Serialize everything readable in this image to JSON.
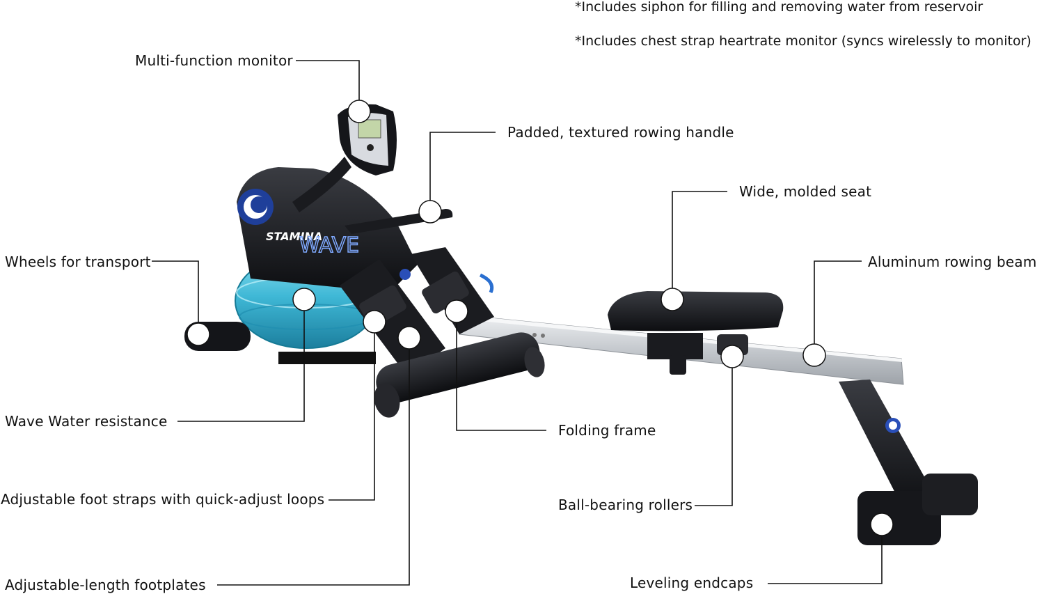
{
  "notes": [
    "*Includes siphon for filling and removing water from reservoir",
    "*Includes chest strap heartrate monitor (syncs wirelessly to monitor)"
  ],
  "labels": {
    "monitor": "Multi-function monitor",
    "handle": "Padded, textured rowing handle",
    "seat": "Wide, molded seat",
    "beam": "Aluminum rowing beam",
    "wheels": "Wheels for transport",
    "water": "Wave Water resistance",
    "straps": "Adjustable foot straps with quick-adjust loops",
    "footplates": "Adjustable-length footplates",
    "folding": "Folding frame",
    "rollers": "Ball-bearing rollers",
    "endcaps": "Leveling endcaps"
  },
  "branding": {
    "brand": "STAMINA",
    "model": "WAVE"
  },
  "colors": {
    "frame": "#17181c",
    "water_tank": "#3fb8d6",
    "beam": "#c9ccd1",
    "accent_blue": "#2a4fb8"
  }
}
